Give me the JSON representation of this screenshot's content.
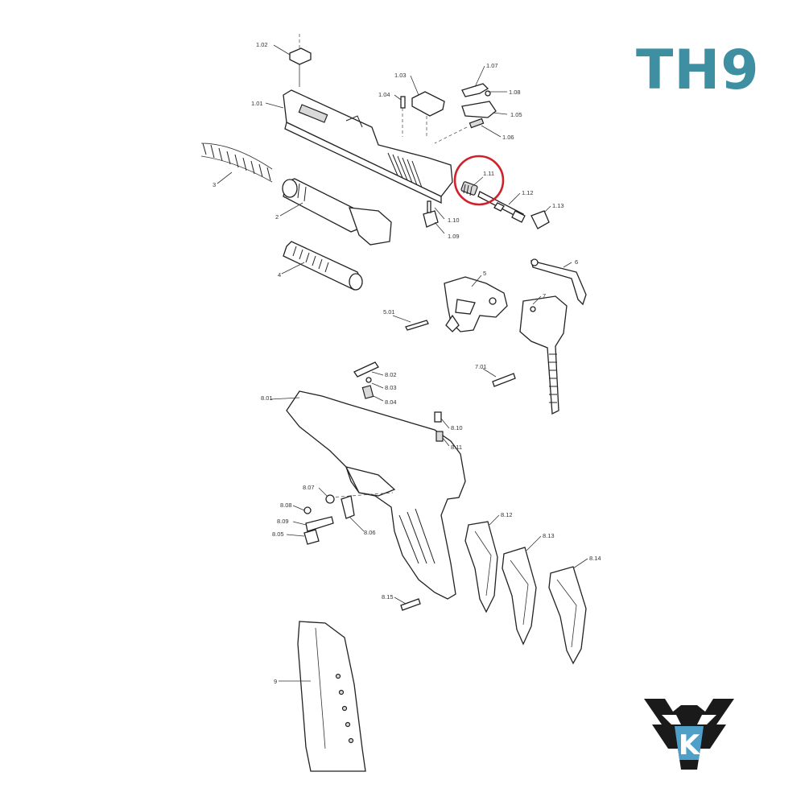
{
  "brand": {
    "title": "TH9",
    "title_color": "#3f8fa3",
    "logo_letter": "K",
    "logo_color": "#1a1a1a",
    "logo_accent": "#4fa0c8"
  },
  "highlight": {
    "part": "1.11",
    "color": "#d0202a"
  },
  "callouts": {
    "c1_01": "1.01",
    "c1_02": "1.02",
    "c1_03": "1.03",
    "c1_04": "1.04",
    "c1_05": "1.05",
    "c1_06": "1.06",
    "c1_07": "1.07",
    "c1_08": "1.08",
    "c1_09": "1.09",
    "c1_10": "1.10",
    "c1_11": "1.11",
    "c1_12": "1.12",
    "c1_13": "1.13",
    "c2": "2",
    "c3": "3",
    "c4": "4",
    "c5": "5",
    "c5_01": "5.01",
    "c6": "6",
    "c7": "7",
    "c7_01": "7.01",
    "c8_01": "8.01",
    "c8_02": "8.02",
    "c8_03": "8.03",
    "c8_04": "8.04",
    "c8_05": "8.05",
    "c8_06": "8.06",
    "c8_07": "8.07",
    "c8_08": "8.08",
    "c8_09": "8.09",
    "c8_10": "8.10",
    "c8_11": "8.11",
    "c8_12": "8.12",
    "c8_13": "8.13",
    "c8_14": "8.14",
    "c8_15": "8.15",
    "c9": "9"
  }
}
